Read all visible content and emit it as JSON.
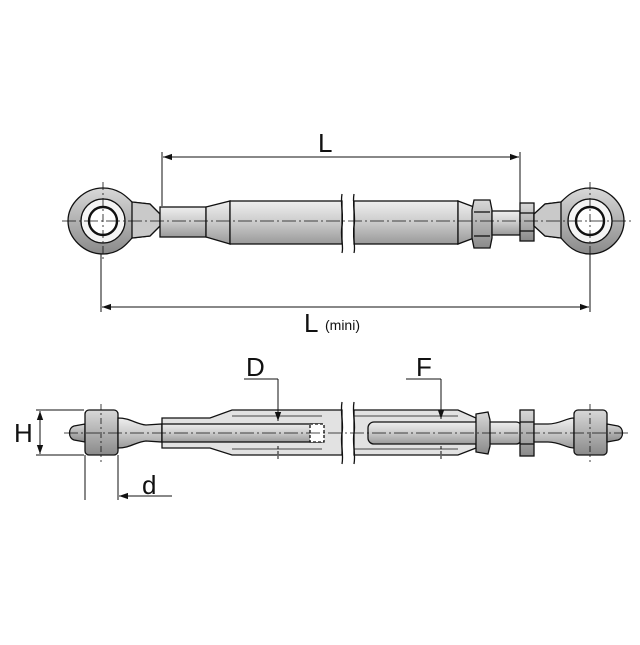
{
  "diagram": {
    "labels": {
      "length": "L",
      "length_min_main": "L",
      "length_min_sub": "(mini)",
      "thread_d": "D",
      "thread_f": "F",
      "height": "H",
      "bore": "d"
    },
    "colors": {
      "line": "#111111",
      "metal_light": "#d4d4d4",
      "metal_mid": "#b9b9b9",
      "metal_dark": "#8e8e8e",
      "rod": "#a9a9a9",
      "background": "#ffffff"
    }
  }
}
